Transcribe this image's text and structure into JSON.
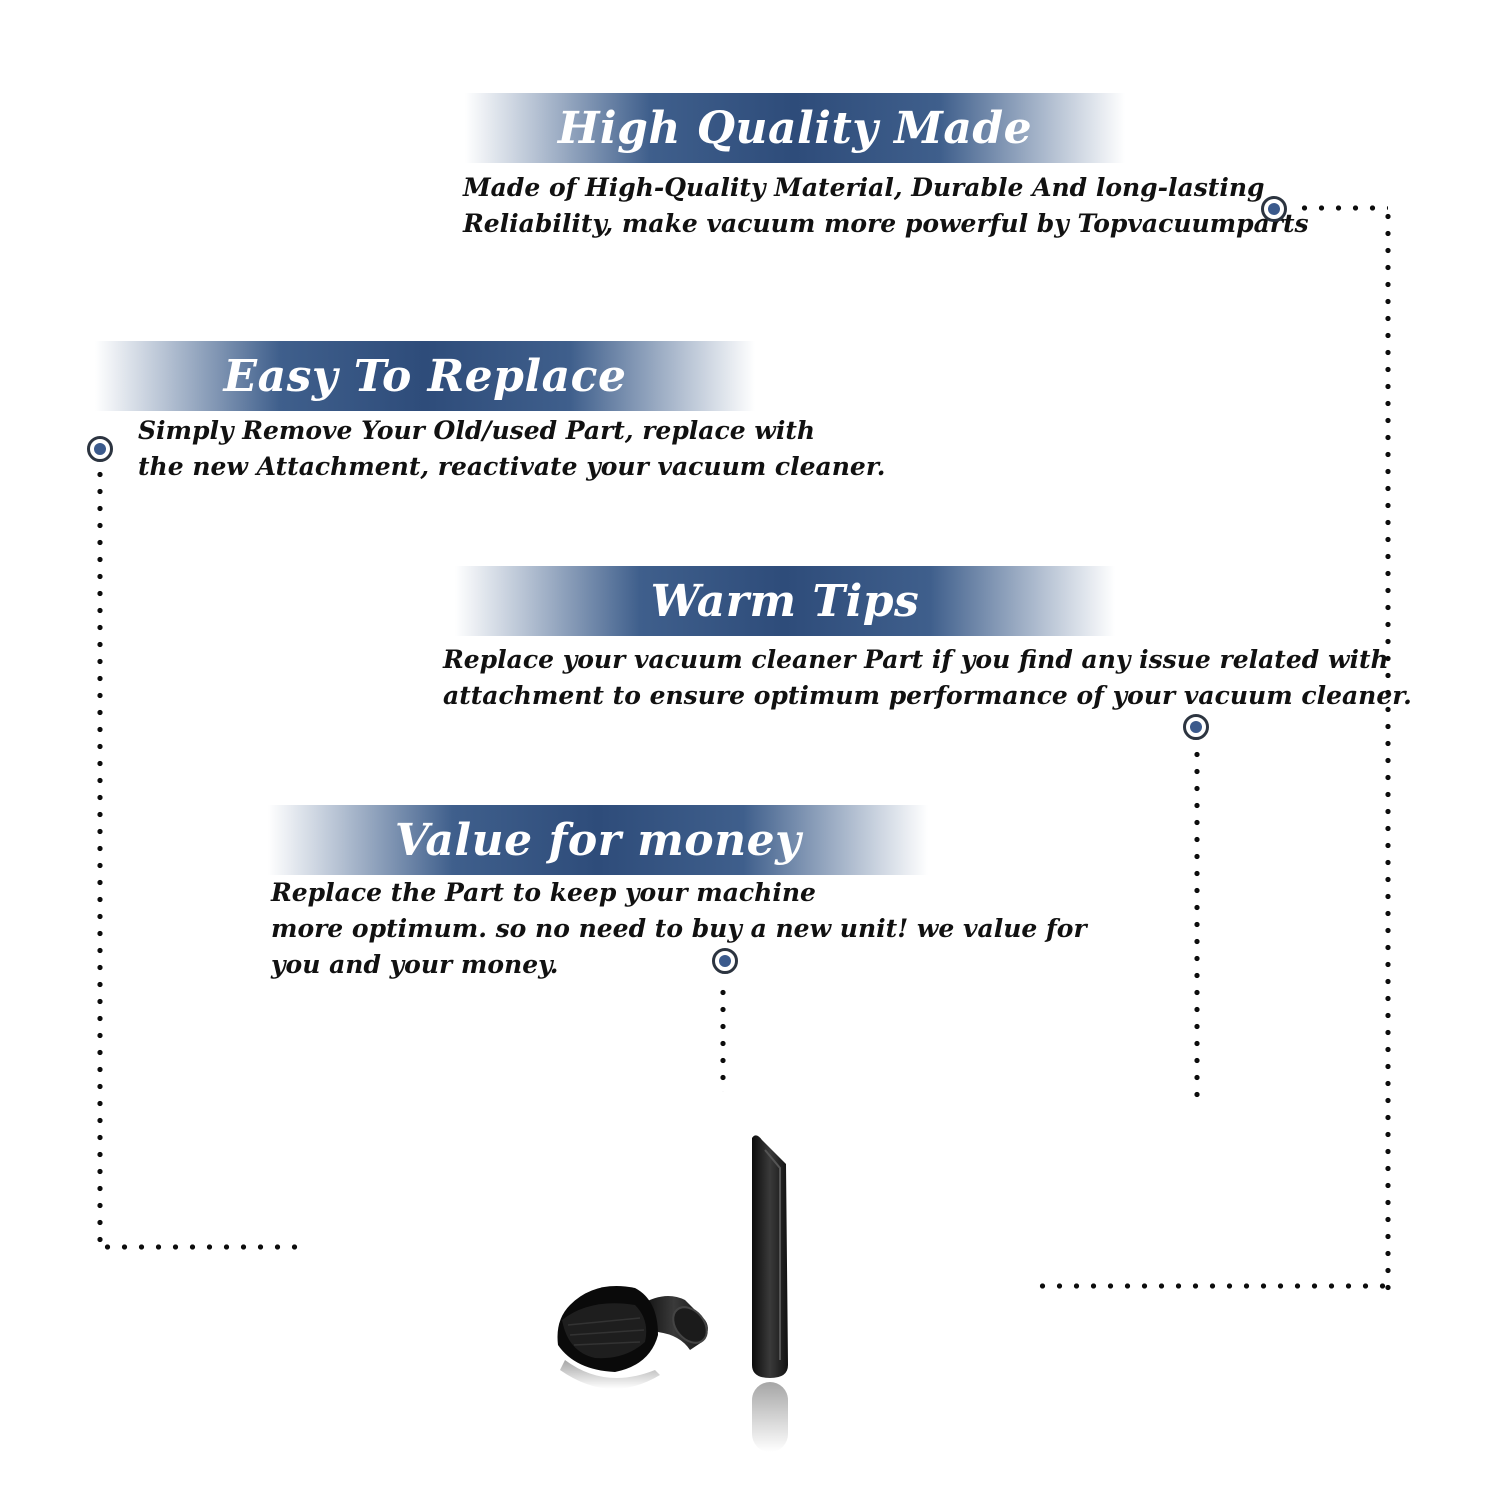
{
  "sections": [
    {
      "title": "High Quality Made",
      "lines": [
        "Made of  High-Quality Material, Durable And long-lasting",
        "Reliability, make vacuum more powerful by Topvacuumparts"
      ]
    },
    {
      "title": "Easy To Replace",
      "lines": [
        "Simply Remove Your Old/used Part, replace with",
        "the new Attachment, reactivate your vacuum cleaner."
      ]
    },
    {
      "title": "Warm Tips",
      "lines": [
        "Replace your vacuum cleaner Part if you find any issue related with",
        " attachment to ensure optimum performance of your vacuum cleaner."
      ]
    },
    {
      "title": "Value for money",
      "lines": [
        "Replace the Part to keep your machine",
        "more optimum. so no need to buy a new unit! we value for",
        "you and your money."
      ]
    }
  ],
  "colors": {
    "banner_dark": "#2e4c7a",
    "banner_mid": "#3f5f8c",
    "marker_fill": "#3b5a8c",
    "text": "#111111"
  },
  "icons": [
    "marker-icon",
    "dusting-brush-icon",
    "crevice-tool-icon"
  ]
}
